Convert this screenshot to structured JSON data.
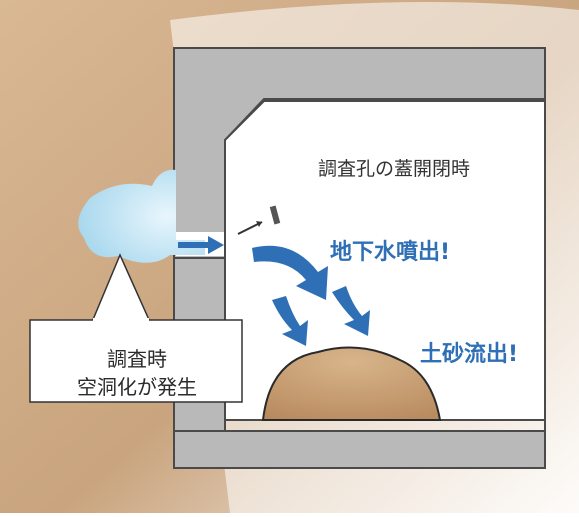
{
  "diagram": {
    "status_text": "調査孔の蓋開閉時",
    "alert_water": "地下水噴出!",
    "alert_soil": "土砂流出!",
    "callout_line1": "調査時",
    "callout_line2": "空洞化が発生"
  },
  "colors": {
    "soil": "#c9a47e",
    "wall": "#b9b9b9",
    "interior": "#ffffff",
    "water": "#bfe3f3",
    "arrow": "#2f6fb5",
    "sand_mound": "#c49a6c"
  }
}
